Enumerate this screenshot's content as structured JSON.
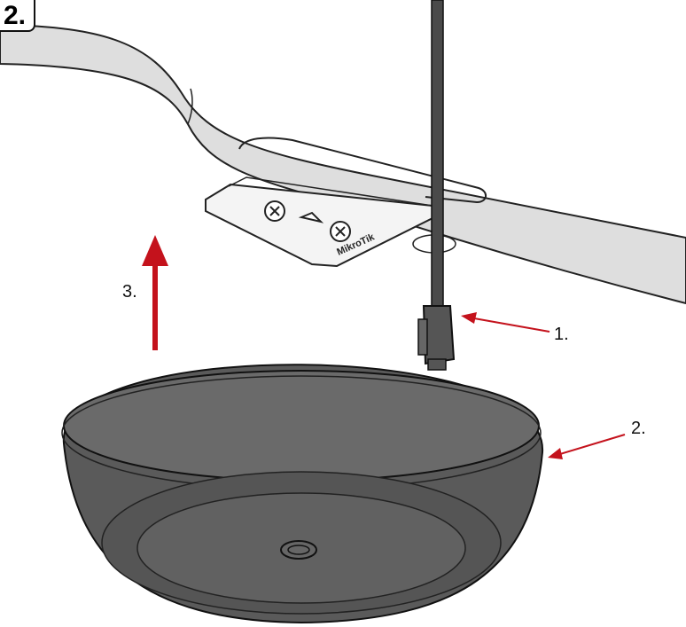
{
  "step_label": "2.",
  "callouts": {
    "one": "1.",
    "two": "2.",
    "three": "3."
  },
  "bracket_logo": "MikroTik",
  "colors": {
    "arrow": "#c4121c",
    "ceiling": "#dedede",
    "device": "#5a5a5a",
    "cable": "#4a4a4a"
  }
}
